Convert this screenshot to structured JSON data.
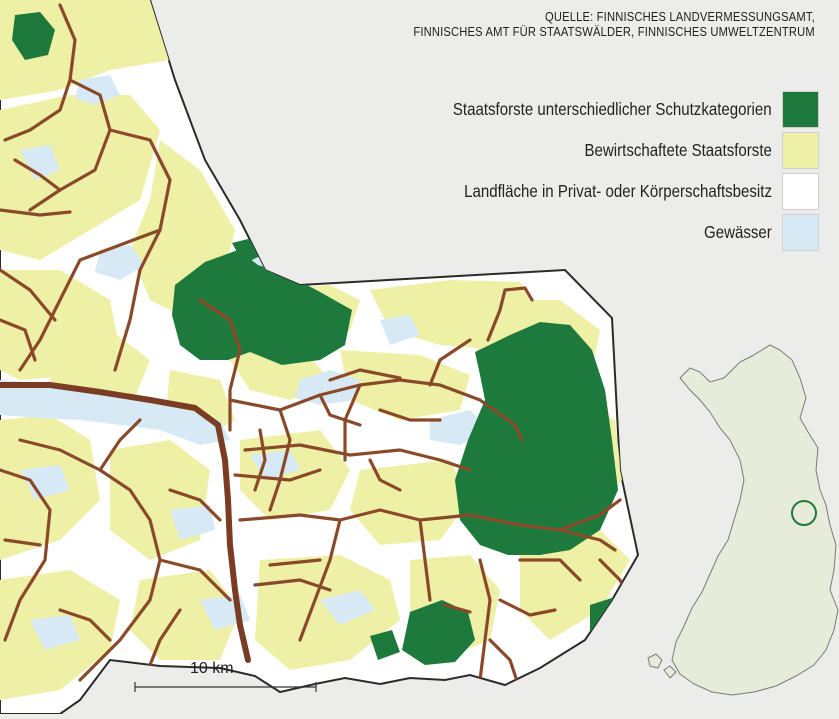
{
  "source": {
    "line1": "QUELLE: FINNISCHES LANDVERMESSUNGSAMT,",
    "line2": "FINNISCHES AMT FÜR STAATSWÄLDER, FINNISCHES UMWELTZENTRUM"
  },
  "legend": {
    "items": [
      {
        "label": "Staatsforste unterschiedlicher Schutzkategorien",
        "color": "#1e7a3c"
      },
      {
        "label": "Bewirtschaftete Staatsforste",
        "color": "#eef0a6"
      },
      {
        "label": "Landfläche in Privat- oder Körperschaftsbesitz",
        "color": "#ffffff"
      },
      {
        "label": "Gewässer",
        "color": "#d6e9f5"
      }
    ]
  },
  "scale": {
    "label": "10 km"
  },
  "colors": {
    "road": "#8a4a2a",
    "road_major": "#7a3c22",
    "background": "#ececea",
    "inset_land": "#e6ecd9"
  }
}
